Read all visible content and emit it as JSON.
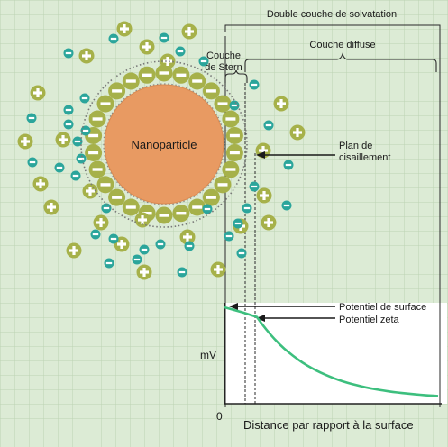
{
  "labels": {
    "double_layer": "Double couche de solvatation",
    "diffuse_layer": "Couche diffuse",
    "stern_line1": "Couche",
    "stern_line2": "de Stern",
    "nanoparticle": "Nanoparticle",
    "shear_line1": "Plan de",
    "shear_line2": "cisaillement",
    "surface_potential": "Potentiel de surface",
    "zeta_potential": "Potentiel zeta",
    "y_unit": "mV",
    "origin": "0",
    "x_axis": "Distance par rapport à la surface"
  },
  "icons": {
    "positive": "plus-ion-icon",
    "negative": "minus-ion-icon"
  },
  "colors": {
    "grid_background": "#dcebd5",
    "grid_line": "#bcd3b2",
    "nanoparticle": "#e89a62",
    "nanoparticle_edge": "#d98a52",
    "positive_ion": "#a6b14a",
    "negative_ion": "#2ba59b",
    "potential_curve": "#3dbf7e",
    "axis": "#222222"
  },
  "potential_curve": {
    "surface_value": 1.0,
    "zeta_value": 0.9,
    "end_value": 0.08
  }
}
